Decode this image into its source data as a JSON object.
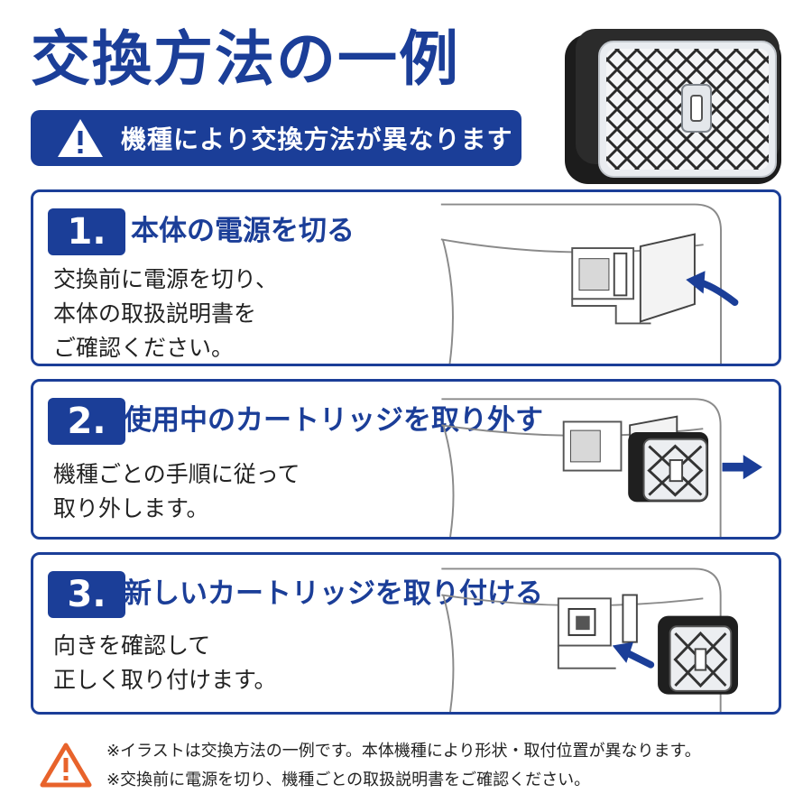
{
  "title": "交換方法の一例",
  "warning_banner": {
    "text": "機種により交換方法が異なります",
    "icon": "warning-icon"
  },
  "steps": [
    {
      "number": "1.",
      "title": "本体の電源を切る",
      "lines": [
        "交換前に電源を切り、",
        "本体の取扱説明書を",
        "ご確認ください。"
      ]
    },
    {
      "number": "2.",
      "title": "使用中のカートリッジを取り外す",
      "lines": [
        "機種ごとの手順に従って",
        "取り外します。"
      ]
    },
    {
      "number": "3.",
      "title": "新しいカートリッジを取り付ける",
      "lines": [
        "向きを確認して",
        "正しく取り付けます。"
      ]
    }
  ],
  "notes": {
    "icon": "caution-icon",
    "line1": "※イラストは交換方法の一例です。本体機種により形状・取付位置が異なります。",
    "line2": "※交換前に電源を切り、機種ごとの取扱説明書をご確認ください。"
  },
  "colors": {
    "primary": "#1b3e98",
    "caution": "#e8632b"
  }
}
